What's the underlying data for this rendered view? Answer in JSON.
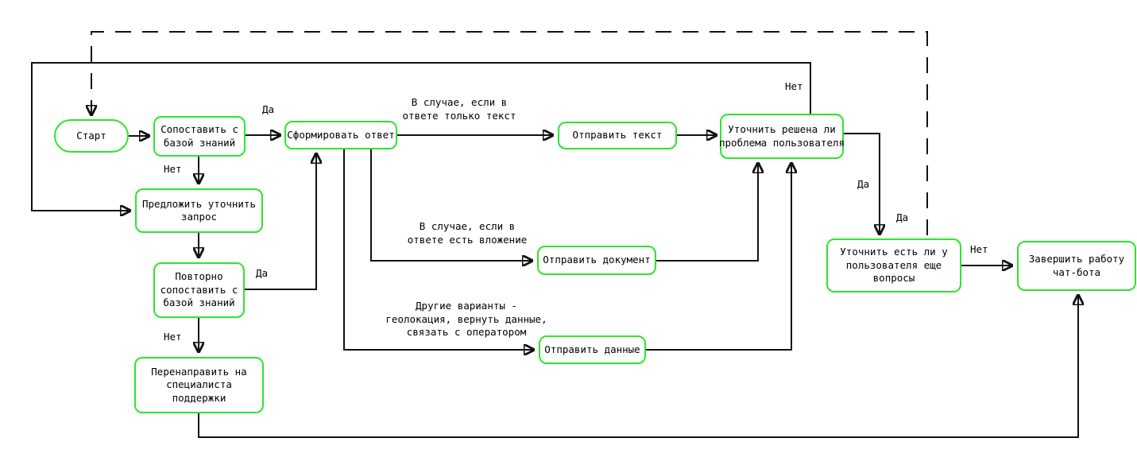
{
  "diagram": {
    "type": "flowchart",
    "language": "ru",
    "colors": {
      "node_border": "#2ee52e",
      "node_fill": "#ffffff",
      "edge_line": "#111111",
      "text": "#000000",
      "background": "#ffffff"
    },
    "nodes": [
      {
        "id": "start",
        "shape": "stadium",
        "label": "Старт"
      },
      {
        "id": "match_kb",
        "shape": "rect",
        "label": "Сопоставить с\nбазой знаний"
      },
      {
        "id": "form_answer",
        "shape": "rect",
        "label": "Сформировать ответ"
      },
      {
        "id": "suggest_clarify",
        "shape": "rect",
        "label": "Предложить уточнить\nзапрос"
      },
      {
        "id": "rematch_kb",
        "shape": "rect",
        "label": "Повторно\nсопоставить с\nбазой знаний"
      },
      {
        "id": "redirect_support",
        "shape": "rect",
        "label": "Перенаправить на\nспециалиста\nподдержки"
      },
      {
        "id": "send_text",
        "shape": "rect",
        "label": "Отправить текст"
      },
      {
        "id": "send_document",
        "shape": "rect",
        "label": "Отправить документ"
      },
      {
        "id": "send_data",
        "shape": "rect",
        "label": "Отправить данные"
      },
      {
        "id": "check_solved",
        "shape": "rect",
        "label": "Уточнить решена ли\nпроблема пользователя"
      },
      {
        "id": "check_more_questions",
        "shape": "rect",
        "label": "Уточнить есть ли у\nпользователя еще\nвопросы"
      },
      {
        "id": "finish_chatbot",
        "shape": "rect",
        "label": "Завершить работу\nчат-бота"
      }
    ],
    "edge_labels": [
      {
        "id": "yes_match",
        "text": "Да"
      },
      {
        "id": "no_match",
        "text": "Нет"
      },
      {
        "id": "yes_rematch",
        "text": "Да"
      },
      {
        "id": "no_rematch",
        "text": "Нет"
      },
      {
        "id": "no_solved",
        "text": "Нет"
      },
      {
        "id": "yes_solved",
        "text": "Да"
      },
      {
        "id": "yes_more_questions",
        "text": "Да"
      },
      {
        "id": "no_more_questions",
        "text": "Нет"
      },
      {
        "id": "case_text_only",
        "text": "В случае, если в\nответе только текст"
      },
      {
        "id": "case_attachment",
        "text": "В случае, если в\nответе есть вложение"
      },
      {
        "id": "case_other",
        "text": "Другие варианты -\nгеолокация, вернуть данные,\nсвязать с оператором"
      }
    ]
  }
}
